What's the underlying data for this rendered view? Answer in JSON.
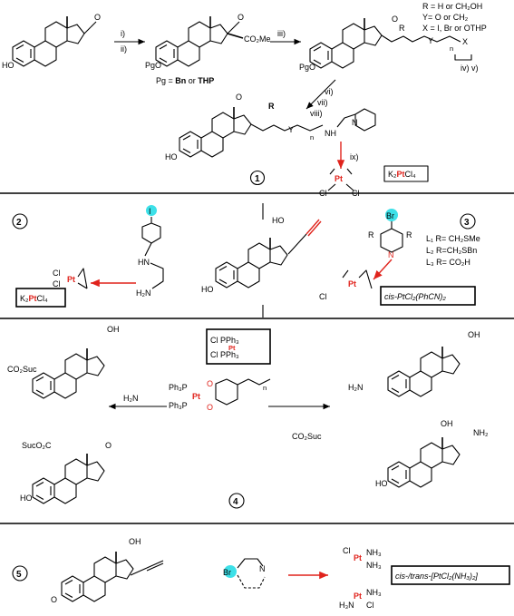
{
  "colors": {
    "platinum": "#e0231c",
    "arrow_red": "#e0231c",
    "highlight": "#3de0e8",
    "text": "#000000"
  },
  "section1": {
    "steps": {
      "i": "i)",
      "ii": "ii)",
      "iii": "iii)",
      "iv_v": "iv) v)",
      "vi": "vi)",
      "vii": "vii)",
      "viii": "viii)",
      "ix": "ix)"
    },
    "pg_prefix": "Pg = ",
    "pg_bn": "Bn",
    "pg_or": " or ",
    "pg_thp": "THP",
    "pgo": "PgO",
    "ho": "HO",
    "co2me": "CO₂Me",
    "carbonyl_o": "O",
    "r": "R",
    "nh": "NH",
    "n": "N",
    "x": "X",
    "y": "Y",
    "sub_n": "n",
    "r_def": "R = H or CH₂OH",
    "y_def": "Y= O or CH₂",
    "x_def": "X = I, Br or OTHP",
    "compound": "1",
    "cl": "Cl",
    "pt": "Pt",
    "reagent_k2": "K₂",
    "reagent_pt": "Pt",
    "reagent_cl4": "Cl₄"
  },
  "section2": {
    "left_number": "2",
    "right_number": "3",
    "iodo": "I",
    "hn": "HN",
    "h2n": "H₂N",
    "cl": "Cl",
    "pt": "Pt",
    "reagent_k2": "K₂",
    "reagent_pt": "Pt",
    "reagent_cl4": "Cl₄",
    "ho_center": "HO",
    "ho_top": "HO",
    "br": "Br",
    "n": "N",
    "r": "R",
    "ligand_l1": "L₁ R= CH₂SMe",
    "ligand_l2": "L₂ R=CH₂SBn",
    "ligand_l3": "L₃ R= CO₂H",
    "reagent_right": "cis-PtCl₂(PhCN)₂"
  },
  "section4": {
    "number": "4",
    "reagent_top_line1": "Cl  PPh₃",
    "reagent_top_line2": "Cl  PPh₃",
    "ph3p": "Ph₃P",
    "pt": "Pt",
    "o": "O",
    "sub_n": "n",
    "h2n": "H₂N",
    "co2suc": "CO₂Suc",
    "left_top_ester": "CO₂Suc",
    "left_bot_ester": "SucO₂C",
    "oh": "OH",
    "ho": "HO",
    "o_label": "O",
    "nh2": "NH₂"
  },
  "section5": {
    "number": "5",
    "oh": "OH",
    "o": "O",
    "br": "Br",
    "n": "N",
    "cl": "Cl",
    "pt": "Pt",
    "nh3": "NH₃",
    "h3n": "H₃N",
    "reagent": "cis-/trans-[PtCl₂(NH₃)₂]"
  }
}
